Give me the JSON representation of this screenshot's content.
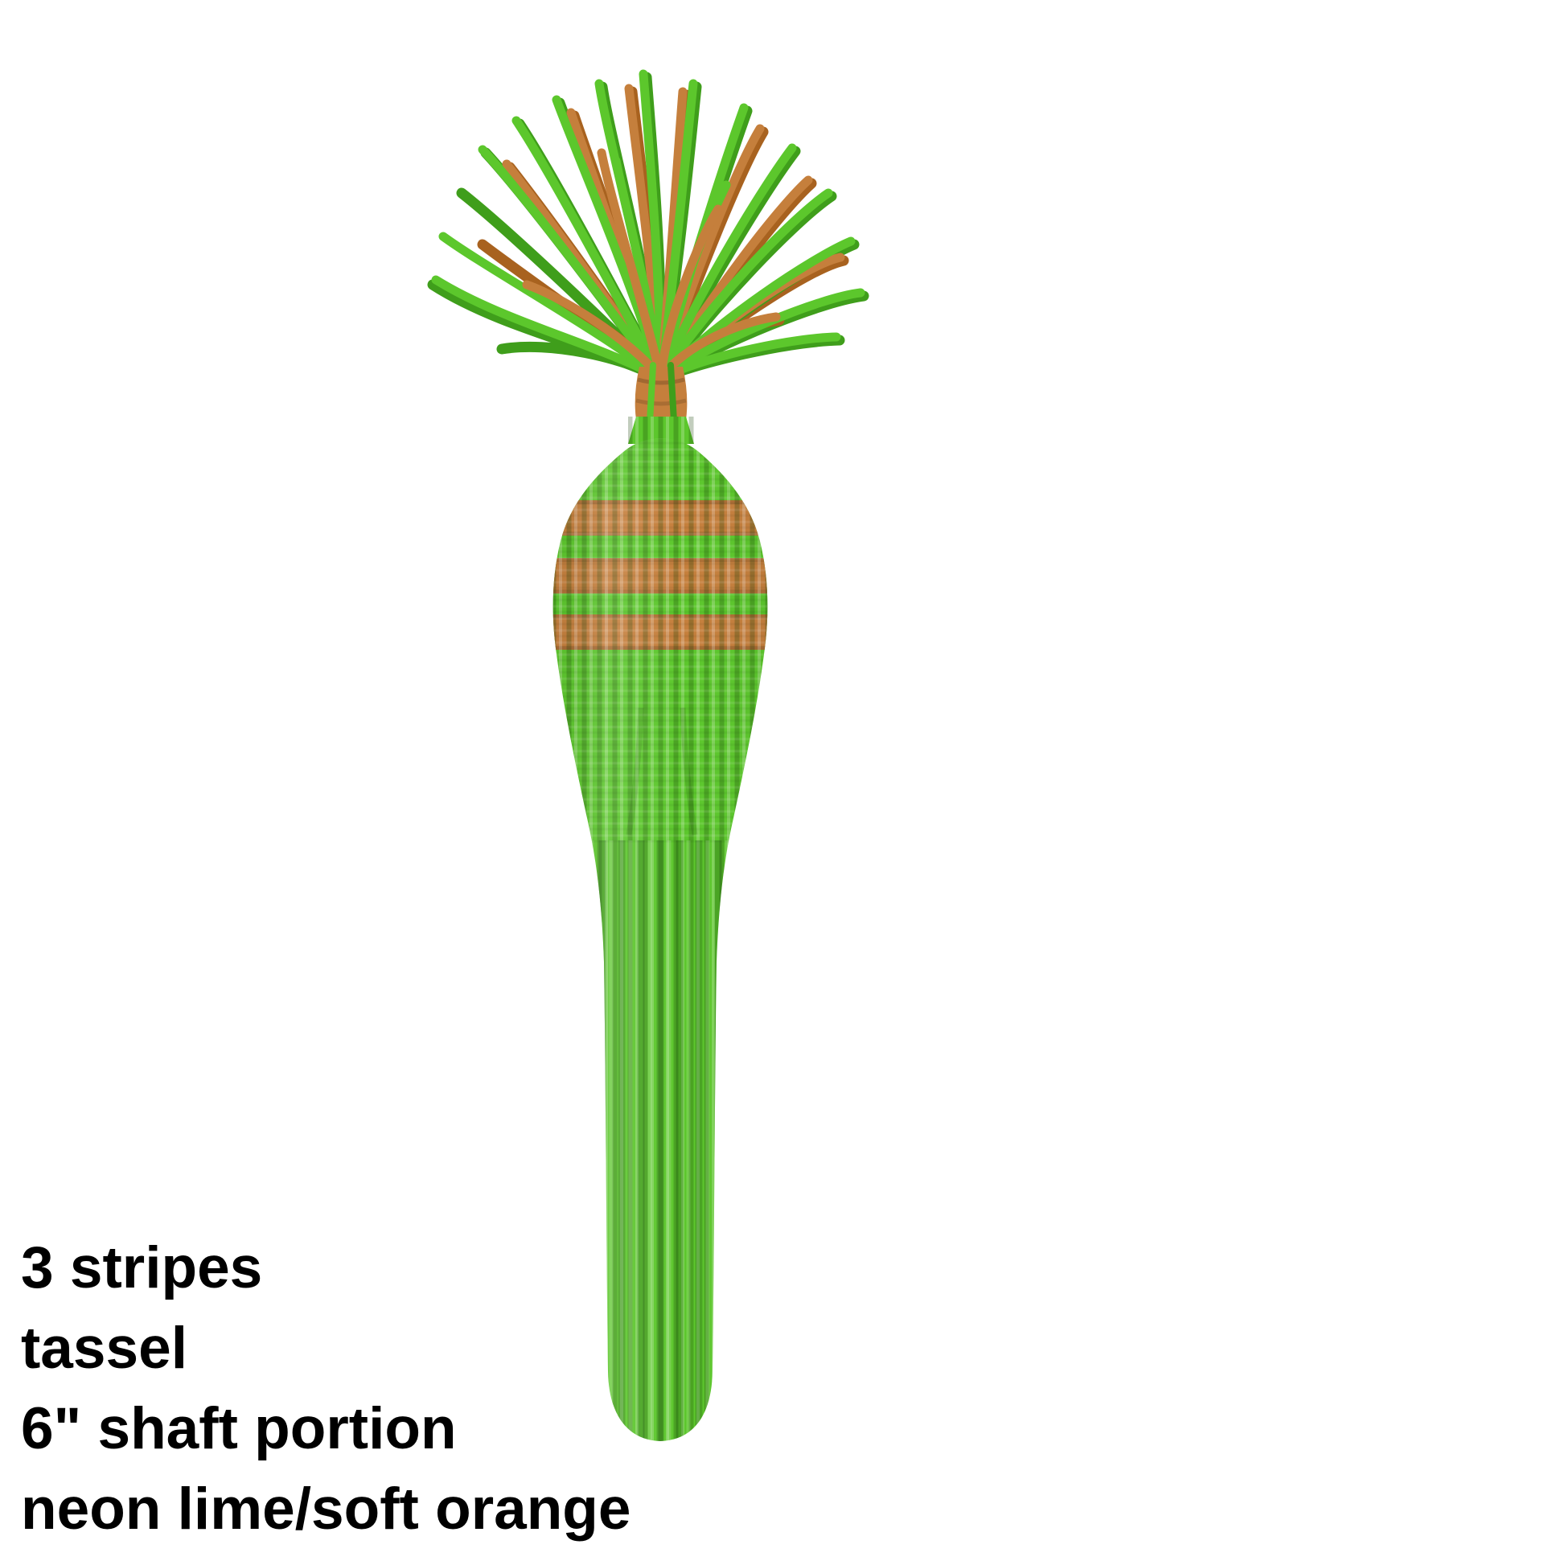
{
  "page": {
    "background": "#ffffff"
  },
  "product": {
    "label": "hand-knit golf club headcover with tassel, neon lime with soft orange stripes",
    "stripe_count": 3,
    "colors": {
      "lime": "#5cc72c",
      "lime-dark": "#3f9e1b",
      "lime-light": "#82dd4a",
      "orange": "#c57f3c",
      "orange-dark": "#a8621f",
      "ink": "#000000",
      "bg": "#ffffff"
    }
  },
  "caption": {
    "lines": [
      "3 stripes",
      "tassel",
      "6\" shaft portion",
      "neon lime/soft orange"
    ]
  }
}
